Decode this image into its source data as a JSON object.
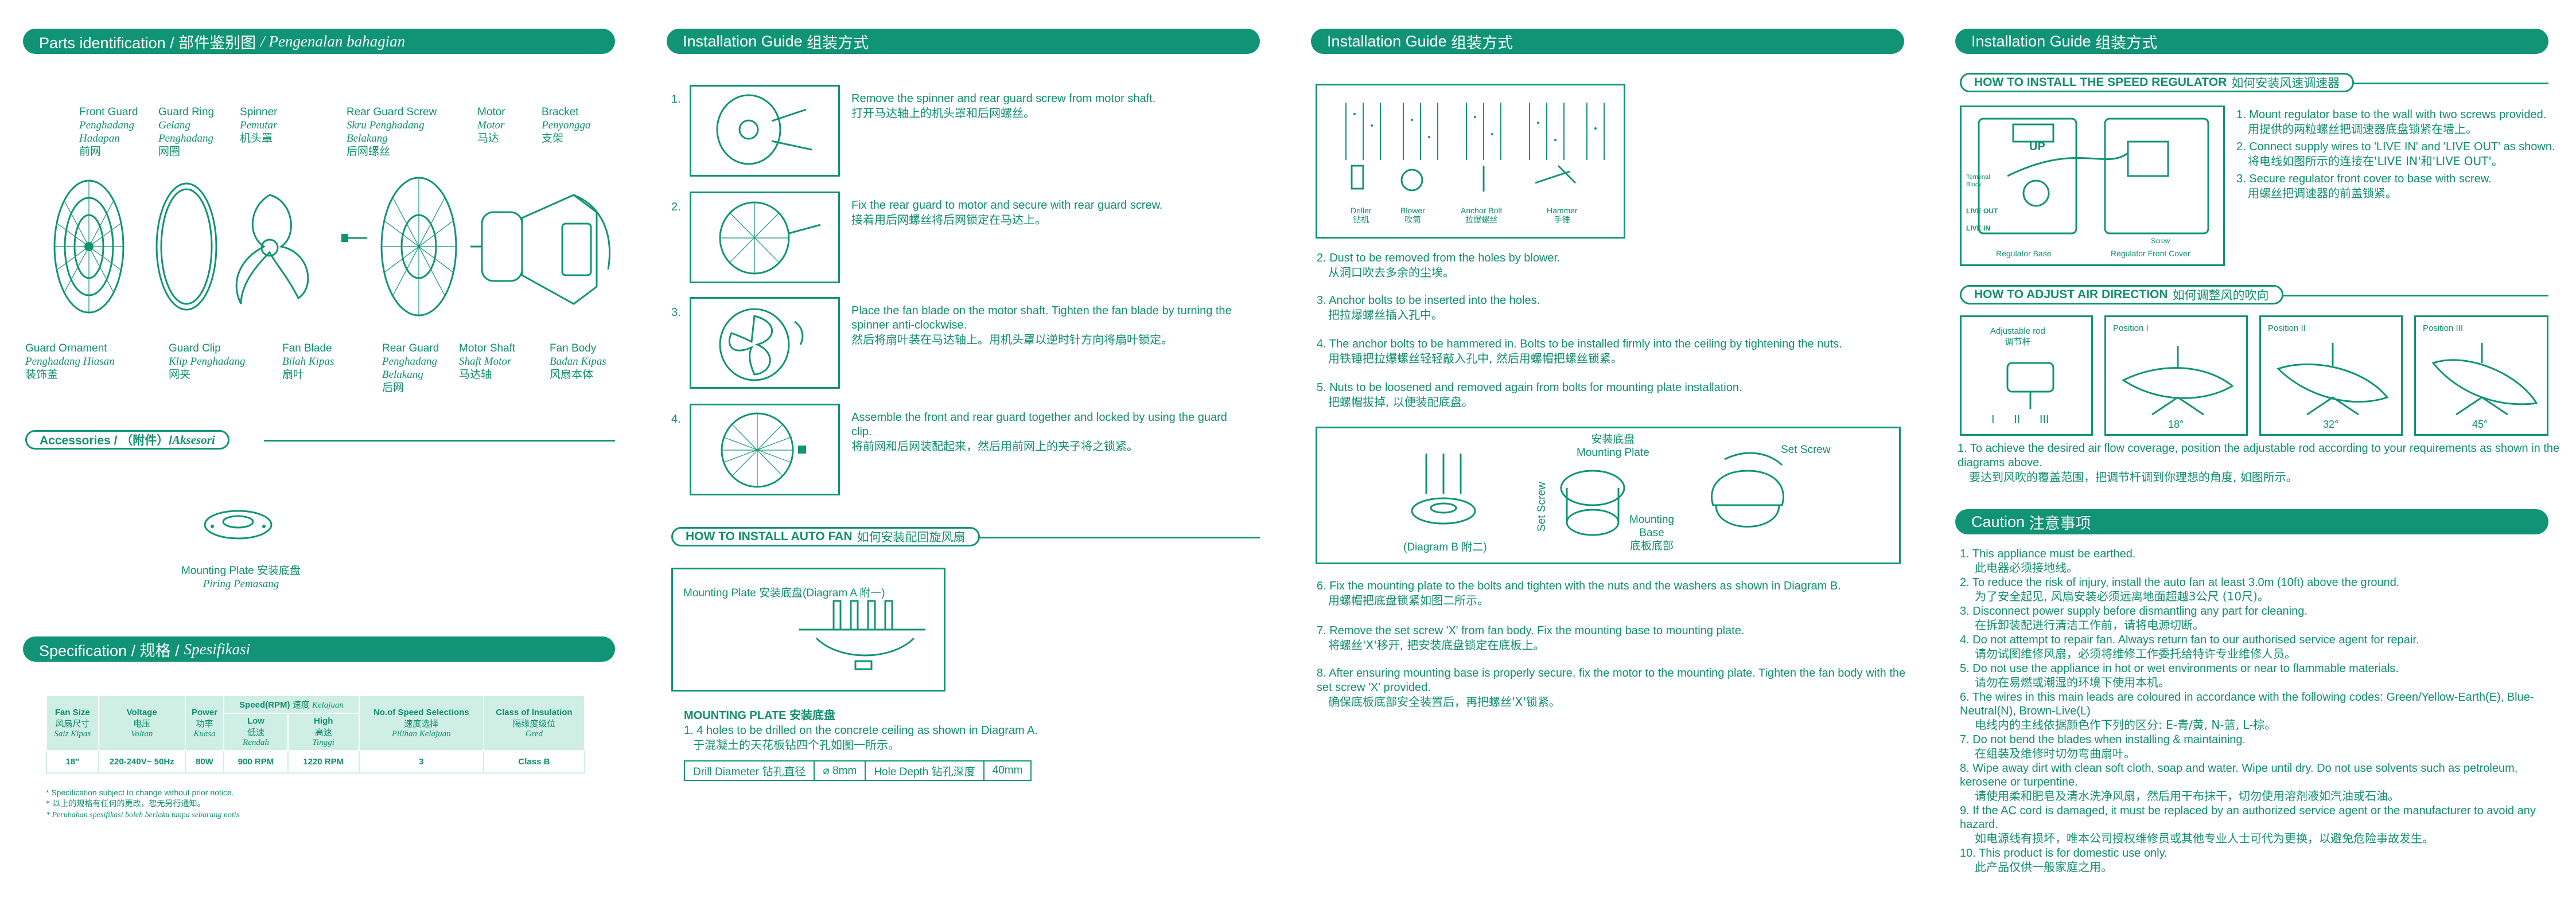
{
  "colors": {
    "accent": "#109475",
    "light": "#cfeee4"
  },
  "parts": {
    "banner_en": "Parts identification / 部件鉴别图",
    "banner_my": "/ Pengenalan bahagian",
    "labels": [
      {
        "en": "Front Guard",
        "my": "Penghadang Hadapan",
        "cn": "前网"
      },
      {
        "en": "Guard Ring",
        "my": "Gelang Penghadang",
        "cn": "网圈"
      },
      {
        "en": "Spinner",
        "my": "Pemutar",
        "cn": "机头罩"
      },
      {
        "en": "Rear Guard Screw",
        "my": "Skru Penghadang Belakang",
        "cn": "后网螺丝"
      },
      {
        "en": "Motor",
        "my": "Motor",
        "cn": "马达"
      },
      {
        "en": "Bracket",
        "my": "Penyongga",
        "cn": "支架"
      },
      {
        "en": "Guard Ornament",
        "my": "Penghadang Hiasan",
        "cn": "装饰盖"
      },
      {
        "en": "Guard Clip",
        "my": "Klip Penghadang",
        "cn": "网夹"
      },
      {
        "en": "Fan Blade",
        "my": "Bilah Kipas",
        "cn": "扇叶"
      },
      {
        "en": "Rear Guard",
        "my": "Penghadang Belakang",
        "cn": "后网"
      },
      {
        "en": "Motor Shaft",
        "my": "Shaft Motor",
        "cn": "马达轴"
      },
      {
        "en": "Fan Body",
        "my": "Badan Kipas",
        "cn": "风扇本体"
      }
    ]
  },
  "accessories": {
    "pill_en": "Accessories / （附件）/",
    "pill_my": "Aksesori",
    "mounting_plate_en": "Mounting Plate 安装底盘",
    "mounting_plate_my": "Piring Pemasang"
  },
  "spec": {
    "banner_en": "Specification / 规格 /",
    "banner_my": "Spesifikasi",
    "headers": {
      "fan_size": {
        "en": "Fan Size",
        "cn": "风扇尺寸",
        "my": "Saiz Kipas"
      },
      "voltage": {
        "en": "Voltage",
        "cn": "电压",
        "my": "Voltan"
      },
      "power": {
        "en": "Power",
        "cn": "功率",
        "my": "Kuasa"
      },
      "speed": {
        "en": "Speed(RPM)",
        "cn": "速度",
        "my": "Kelajuan"
      },
      "low": {
        "en": "Low",
        "cn": "低速",
        "my": "Rendah"
      },
      "high": {
        "en": "High",
        "cn": "高速",
        "my": "Tinggi"
      },
      "selections": {
        "en": "No.of Speed Selections",
        "cn": "速度选择",
        "my": "Pilihan Kelajuan"
      },
      "insulation": {
        "en": "Class of Insulation",
        "cn": "隔缘度级位",
        "my": "Gred"
      }
    },
    "row": [
      "18\"",
      "220-240V~ 50Hz",
      "80W",
      "900 RPM",
      "1220 RPM",
      "3",
      "Class B"
    ],
    "notes": [
      "* Specification subject to change without prior notice.",
      "* 以上的规格有任何的更改，恕无另行通知。",
      "* Perubahan spesifikasi boleh berlaku tanpa sebarang notis"
    ]
  },
  "install1": {
    "banner_en": "Installation Guide",
    "banner_cn": "组装方式",
    "steps": [
      {
        "n": "1.",
        "en": "Remove the spinner and rear guard screw from motor shaft.",
        "cn": "打开马达轴上的机头罩和后网螺丝。"
      },
      {
        "n": "2.",
        "en": "Fix the rear guard to motor and secure with rear guard screw.",
        "cn": "接着用后网螺丝将后网锁定在马达上。"
      },
      {
        "n": "3.",
        "en": "Place the fan blade on the motor shaft. Tighten the fan blade by turning the spinner anti-clockwise.",
        "cn": "然后将扇叶装在马达轴上。用机头罩以逆时针方向将扇叶锁定。"
      },
      {
        "n": "4.",
        "en": "Assemble the front and rear guard together and locked by using the guard clip.",
        "cn": "将前网和后网装配起来，然后用前网上的夹子将之锁紧。"
      }
    ],
    "auto_pill_en": "HOW TO INSTALL AUTO FAN",
    "auto_pill_cn": "如何安装配回旋风扇",
    "diagram_a_label": "Mounting Plate 安装底盘",
    "diagram_a_sub": "(Diagram A 附一)",
    "mp_title": "MOUNTING PLATE 安装底盘",
    "mp_step_en": "1. 4 holes to be drilled on the concrete ceiling as shown in Diagram A.",
    "mp_step_cn": "于混凝土的天花板钻四个孔如图一所示。",
    "drill": [
      "Drill Diameter 钻孔直径",
      "⌀ 8mm",
      "Hole Depth 钻孔深度",
      "40mm"
    ]
  },
  "install2": {
    "banner_en": "Installation Guide",
    "banner_cn": "组装方式",
    "tools": [
      {
        "en": "Driller",
        "cn": "钻机"
      },
      {
        "en": "Blower",
        "cn": "吹筒"
      },
      {
        "en": "Anchor Bolt",
        "cn": "拉爆螺丝"
      },
      {
        "en": "Hammer",
        "cn": "手锤"
      }
    ],
    "steps_a": [
      {
        "en": "2. Dust to be removed from the holes by blower.",
        "cn": "从洞口吹去多余的尘埃。"
      },
      {
        "en": "3. Anchor bolts to be inserted into the holes.",
        "cn": "把拉爆螺丝插入孔中。"
      },
      {
        "en": "4. The anchor bolts to be hammered in. Bolts to be installed firmly into the ceiling by tightening the nuts.",
        "cn": "用铁锤把拉爆螺丝轻轻敲入孔中, 然后用螺帽把螺丝锁紧。"
      },
      {
        "en": "5. Nuts to be loosened and removed again from bolts for mounting plate installation.",
        "cn": "把螺帽拔掉, 以便装配底盘。"
      }
    ],
    "diag": {
      "mp": "安装底盘",
      "mp_en": "Mounting Plate",
      "diag_b": "(Diagram B 附二)",
      "set_screw_side": "Set Screw",
      "mount_base": "Mounting Base",
      "mount_base_cn": "底板底部",
      "set_screw": "Set Screw"
    },
    "steps_b": [
      {
        "en": "6. Fix the mounting plate to the bolts and tighten with the nuts and the washers as shown in Diagram B.",
        "cn": "用螺帽把底盘锁紧如图二所示。"
      },
      {
        "en": "7. Remove the set screw 'X' from fan body. Fix the mounting base to mounting plate.",
        "cn": "将螺丝'X'移开, 把安装底盘锁定在底板上。"
      },
      {
        "en": "8. After ensuring mounting base is properly secure, fix the motor to the mounting plate. Tighten the fan body with the set screw 'X' provided.",
        "cn": "确保底板底部安全装置后，再把螺丝'X'锁紧。"
      }
    ]
  },
  "install3": {
    "banner_en": "Installation Guide",
    "banner_cn": "组装方式",
    "reg_pill_en": "HOW TO INSTALL THE SPEED REGULATOR",
    "reg_pill_cn": "如何安装风速调速器",
    "reg_labels": {
      "up": "UP",
      "terminal": "Terminal Block",
      "live_out": "LIVE OUT",
      "live_in": "LIVE IN",
      "screw": "Screw",
      "base": "Regulator Base",
      "cover": "Regulator Front Cover"
    },
    "reg_steps": [
      {
        "en": "1. Mount regulator base to the wall with two screws provided.",
        "cn": "用提供的两粒螺丝把调速器底盘锁紧在墙上。"
      },
      {
        "en": "2. Connect supply wires to 'LIVE IN' and 'LIVE OUT' as shown.",
        "cn": "将电线如图所示的连接在'LIVE IN'和'LIVE OUT'。"
      },
      {
        "en": "3. Secure regulator front cover to base with screw.",
        "cn": "用螺丝把调速器的前盖锁紧。"
      }
    ],
    "air_pill_en": "HOW TO ADJUST AIR DIRECTION",
    "air_pill_cn": "如何调整风的吹向",
    "air": {
      "rod": "Adjustable rod",
      "rod_cn": "调节杆",
      "roman": [
        "I",
        "II",
        "III"
      ],
      "positions": [
        {
          "name": "Position I",
          "deg": "18°"
        },
        {
          "name": "Position II",
          "deg": "32°"
        },
        {
          "name": "Position III",
          "deg": "45°"
        }
      ]
    },
    "air_step_en": "1. To achieve the desired air flow coverage, position the adjustable rod according to your requirements as shown in the diagrams above.",
    "air_step_cn": "要达到风吹的覆盖范围，把调节杆调到你理想的角度, 如图所示。",
    "caution_banner_en": "Caution",
    "caution_banner_cn": "注意事项",
    "cautions": [
      {
        "en": "1. This appliance must be earthed.",
        "cn": "此电器必须接地线。"
      },
      {
        "en": "2. To reduce the risk of injury, install the auto fan at least 3.0m (10ft) above the ground.",
        "cn": "为了安全起见, 风扇安装必须远离地面超越3公尺 (10尺)。"
      },
      {
        "en": "3. Disconnect power supply before dismantling any part for cleaning.",
        "cn": "在拆卸装配进行清洁工作前，请将电源切断。"
      },
      {
        "en": "4. Do not attempt to repair fan. Always return fan to our authorised service agent for repair.",
        "cn": "请勿试图维修风扇，必须将维修工作委托给特许专业维修人员。"
      },
      {
        "en": "5. Do not use the appliance in hot or wet environments or near to flammable materials.",
        "cn": "请勿在易燃或潮湿的环境下使用本机。"
      },
      {
        "en": "6. The wires in this main leads are coloured in accordance with the following codes: Green/Yellow-Earth(E), Blue-Neutral(N), Brown-Live(L)",
        "cn": "电线内的主线依据颜色作下列的区分: E-青/黄, N-蓝, L-棕。"
      },
      {
        "en": "7. Do not bend the blades when installing & maintaining.",
        "cn": "在组装及维修时切勿弯曲扇叶。"
      },
      {
        "en": "8. Wipe away dirt with clean soft cloth, soap and water. Wipe until dry. Do not use solvents such as petroleum, kerosene or turpentine.",
        "cn": "请使用柔和肥皂及清水洗净风扇，然后用干布抹干，切勿使用溶剂液如汽油或石油。"
      },
      {
        "en": "9. If the AC cord is damaged, it must be replaced by an authorized service agent or the manufacturer to avoid any hazard.",
        "cn": "如电源线有损坏，唯本公司授权维修员或其他专业人士可代为更换，以避免危险事故发生。"
      },
      {
        "en": "10. This product is for domestic use only.",
        "cn": "此产品仅供一般家庭之用。"
      }
    ]
  }
}
